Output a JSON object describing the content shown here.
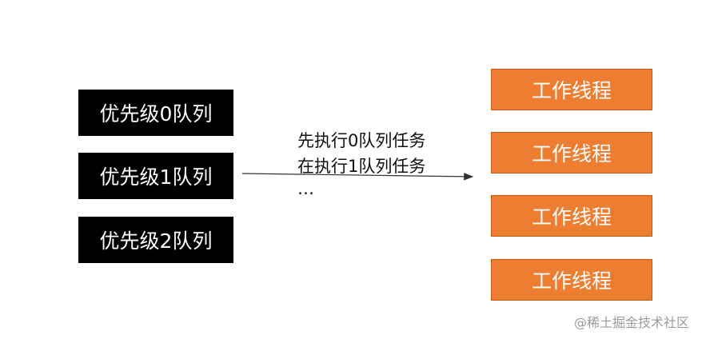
{
  "queues": [
    {
      "label": "优先级0队列"
    },
    {
      "label": "优先级1队列"
    },
    {
      "label": "优先级2队列"
    }
  ],
  "workers": [
    {
      "label": "工作线程"
    },
    {
      "label": "工作线程"
    },
    {
      "label": "工作线程"
    },
    {
      "label": "工作线程"
    }
  ],
  "annotation": {
    "line1": "先执行0队列任务",
    "line2": "在执行1队列任务",
    "line3": "…"
  },
  "watermark": "@稀土掘金技术社区",
  "colors": {
    "queue_fill": "#000000",
    "worker_fill": "#ED7D31",
    "arrow": "#333333"
  }
}
